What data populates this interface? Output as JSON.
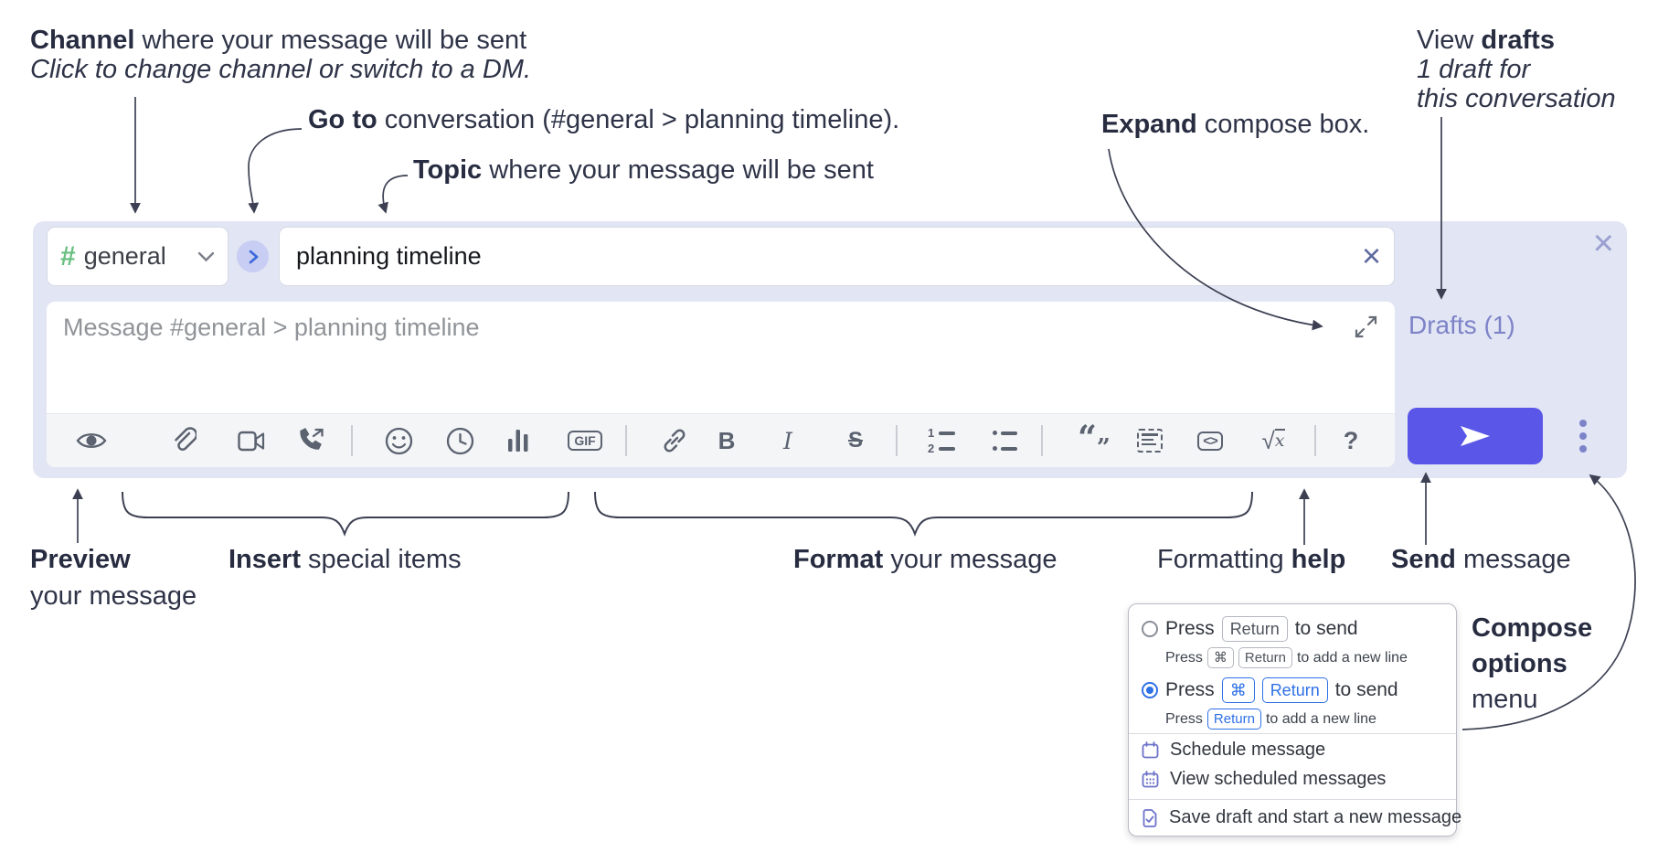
{
  "annotations": {
    "channel": {
      "bold": "Channel",
      "rest": " where your message will be sent",
      "sub": "Click to change channel or switch to a DM."
    },
    "goto": {
      "bold": "Go to",
      "rest": " conversation (#general > planning timeline)."
    },
    "topic": {
      "bold": "Topic",
      "rest": " where your message will be sent"
    },
    "expand": {
      "bold": "Expand",
      "rest": " compose box."
    },
    "drafts": {
      "line1_pre": "View ",
      "line1_bold": "drafts",
      "line2": "1 draft for",
      "line3": "this conversation"
    },
    "preview": {
      "bold": "Preview",
      "line2": "your message"
    },
    "insert": {
      "bold": "Insert",
      "rest": " special items"
    },
    "format": {
      "bold": "Format",
      "rest": " your message"
    },
    "help": {
      "pre": "Formatting ",
      "bold": "help"
    },
    "send": {
      "bold": "Send",
      "rest": " message"
    },
    "compose_options": {
      "bold1": "Compose",
      "bold2": "options",
      "rest": "menu"
    }
  },
  "compose": {
    "channel_selector": {
      "hash": "#",
      "channel_name": "general"
    },
    "goto_button": {
      "icon": "chevron-right-icon"
    },
    "topic_input": {
      "value": "planning timeline"
    },
    "clear_topic": "×",
    "close_box": "×",
    "drafts_link": "Drafts (1)",
    "message_input": {
      "placeholder": "Message #general > planning timeline"
    },
    "toolbar": {
      "icons": [
        "preview",
        "attach-file",
        "start-video-call",
        "start-voice-call",
        "emoji",
        "add-global-time",
        "create-poll",
        "add-gif",
        "link",
        "bold",
        "italic",
        "strikethrough",
        "numbered-list",
        "bulleted-list",
        "quote",
        "spoiler",
        "code",
        "math",
        "help"
      ],
      "gif_label": "GIF",
      "bold_label": "B",
      "italic_label": "I",
      "strike_label": "S",
      "ol_num1": "1",
      "ol_num2": "2",
      "quote_open": "“",
      "quote_close": "”",
      "code_label": "<>",
      "math_radical": "√",
      "math_x": "x",
      "help_label": "?"
    },
    "send_button": {
      "icon": "paper-plane-icon"
    }
  },
  "popup": {
    "option1": {
      "selected": false,
      "main": {
        "pre": "Press",
        "key": "Return",
        "post": "to send"
      },
      "sub": {
        "pre": "Press",
        "key1": "⌘",
        "key2": "Return",
        "post": "to add a new line"
      }
    },
    "option2": {
      "selected": true,
      "main": {
        "pre": "Press",
        "key1": "⌘",
        "key2": "Return",
        "post": "to send"
      },
      "sub": {
        "pre": "Press",
        "key": "Return",
        "post": "to add a new line"
      }
    },
    "items": [
      {
        "icon": "calendar-icon",
        "label": "Schedule message"
      },
      {
        "icon": "calendar-days-icon",
        "label": "View scheduled messages"
      },
      {
        "icon": "save-draft-icon",
        "label": "Save draft and start a new message"
      }
    ]
  }
}
